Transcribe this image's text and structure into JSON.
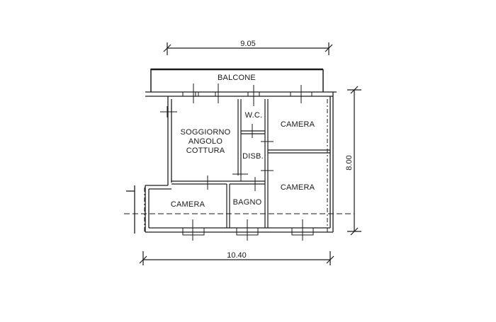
{
  "floorplan": {
    "dimensions": {
      "top_width": "9.05",
      "bottom_width": "10.40",
      "right_height": "8.00"
    },
    "rooms": [
      {
        "id": "balcone",
        "label": "BALCONE"
      },
      {
        "id": "soggiorno",
        "label_lines": [
          "SOGGIORNO",
          "ANGOLO",
          "COTTURA"
        ]
      },
      {
        "id": "wc",
        "label": "W.C."
      },
      {
        "id": "camera-top-right",
        "label": "CAMERA"
      },
      {
        "id": "disb",
        "label": "DISB."
      },
      {
        "id": "camera-mid-right",
        "label": "CAMERA"
      },
      {
        "id": "camera-bottom-left",
        "label": "CAMERA"
      },
      {
        "id": "bagno",
        "label": "BAGNO"
      }
    ],
    "colors": {
      "line": "#1a1a1a",
      "background": "#ffffff"
    }
  }
}
